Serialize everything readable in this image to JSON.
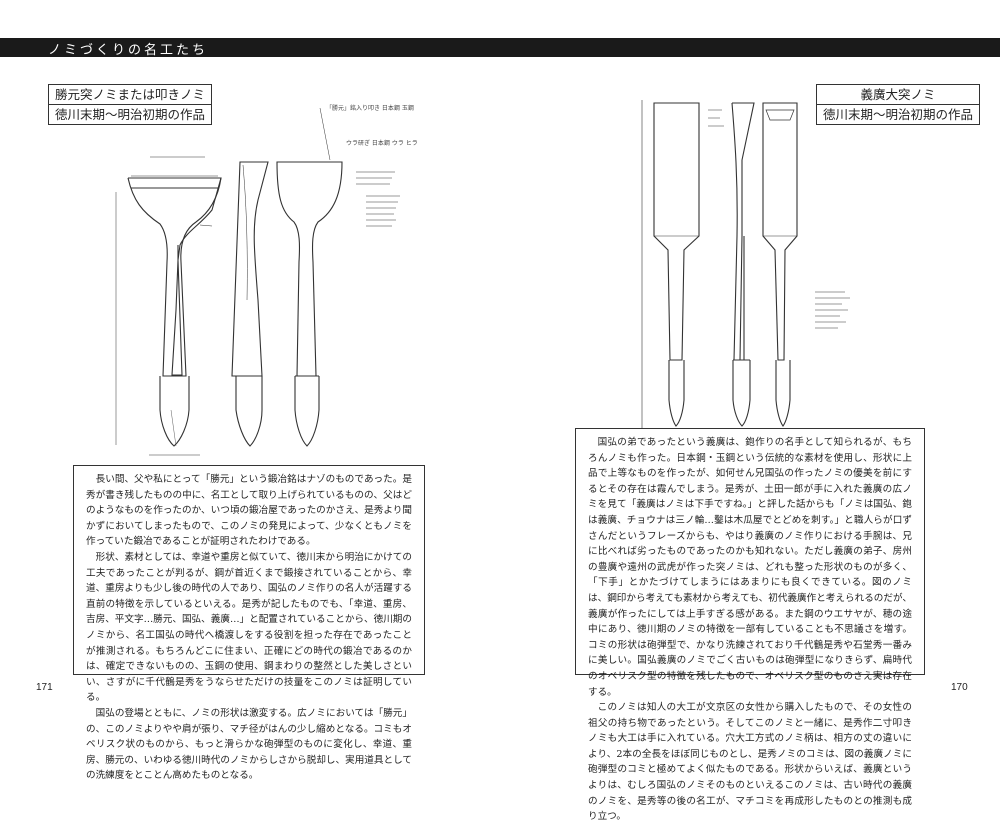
{
  "header": {
    "banner": "ノミづくりの名工たち"
  },
  "left_page": {
    "title_line1": "勝元突ノミまたは叩きノミ",
    "title_line2": "徳川末期〜明治初期の作品",
    "drawing_notes": [
      "「勝元」銘入り叩き 日本鋼 玉鋼",
      "ウラ研ぎ 日本鋼 ウラ ヒラ"
    ],
    "paragraphs": [
      "長い間、父や私にとって「勝元」という鍛冶銘はナゾのものであった。是秀が書き残したものの中に、名工として取り上げられているものの、父はどのようなものを作ったのか、いつ頃の鍛冶屋であったのかさえ、是秀より聞かずにおいてしまったもので、このノミの発見によって、少なくともノミを作っていた鍛冶であることが証明されたわけである。",
      "形状、素材としては、幸道や重房と似ていて、徳川末から明治にかけての工夫であったことが判るが、鋼が首近くまで鍛接されていることから、幸道、重房よりも少し後の時代の人であり、国弘のノミ作りの名人が活躍する直前の特徴を示しているといえる。是秀が記したものでも、「幸道、重房、吉房、平文字…勝元、国弘、義廣…」と配置されていることから、徳川期のノミから、名工国弘の時代へ橋渡しをする役割を担った存在であったことが推測される。もちろんどこに住まい、正確にどの時代の鍛冶であるのかは、確定できないものの、玉鋼の使用、鋼まわりの整然とした美しさといい、さすがに千代鶴是秀をうならせただけの技量をこのノミは証明している。",
      "国弘の登場とともに、ノミの形状は激変する。広ノミにおいては「勝元」の、このノミよりやや肩が張り、マチ径がはんの少し縮めとなる。コミもオベリスク状のものから、もっと滑らかな砲弾型のものに変化し、幸道、重房、勝元の、いわゆる徳川時代のノミからしさから脱却し、実用道具としての洗練度をとことん高めたものとなる。"
    ],
    "page_number": "171"
  },
  "right_page": {
    "title_line1": "義廣大突ノミ",
    "title_line2": "徳川末期〜明治初期の作品",
    "paragraphs": [
      "国弘の弟であったという義廣は、鉋作りの名手として知られるが、もちろんノミも作った。日本鋼・玉鋼という伝統的な素材を使用し、形状に上品で上等なものを作ったが、如何せん兄国弘の作ったノミの優美を前にするとその存在は霞んでしまう。是秀が、土田一郎が手に入れた義廣の広ノミを見て「義廣はノミは下手ですね。」と評した話からも「ノミは国弘、鉋は義廣、チョウナは三ノ輪…鑿は木瓜屋でとどめを刺す。」と職人らが口ずさんだというフレーズからも、やはり義廣のノミ作りにおける手腕は、兄に比べれば劣ったものであったのかも知れない。ただし義廣の弟子、房州の豊廣や遠州の武虎が作った突ノミは、どれも整った形状のものが多く、「下手」とかたづけてしまうにはあまりにも良くできている。図のノミは、鋼印から考えても素材から考えても、初代義廣作と考えられるのだが、義廣が作ったにしては上手すぎる感がある。また鋼のウエサヤが、穂の途中にあり、徳川期のノミの特徴を一部有していることも不思議さを増す。コミの形状は砲弾型で、かなり洗練されており千代鶴是秀や石堂秀一番みに美しい。国弘義廣のノミでごく古いものは砲弾型になりきらず、扁時代のオベリスク型の特徴を残したもので、オベリスク型のものさえ実は存在する。",
      "このノミは知人の大工が文京区の女性から購入したもので、その女性の祖父の持ち物であったという。そしてこのノミと一緒に、是秀作二寸叩きノミも大工は手に入れている。穴大工方式のノミ柄は、相方の丈の違いにより、2本の全長をほぼ同じものとし、是秀ノミのコミは、図の義廣ノミに砲弾型のコミと極めてよく似たものである。形状からいえば、義廣というよりは、むしろ国弘のノミそのものといえるこのノミは、古い時代の義廣のノミを、是秀等の後の名工が、マチコミを再成形したものとの推測も成り立つ。"
    ],
    "page_number": "170"
  }
}
